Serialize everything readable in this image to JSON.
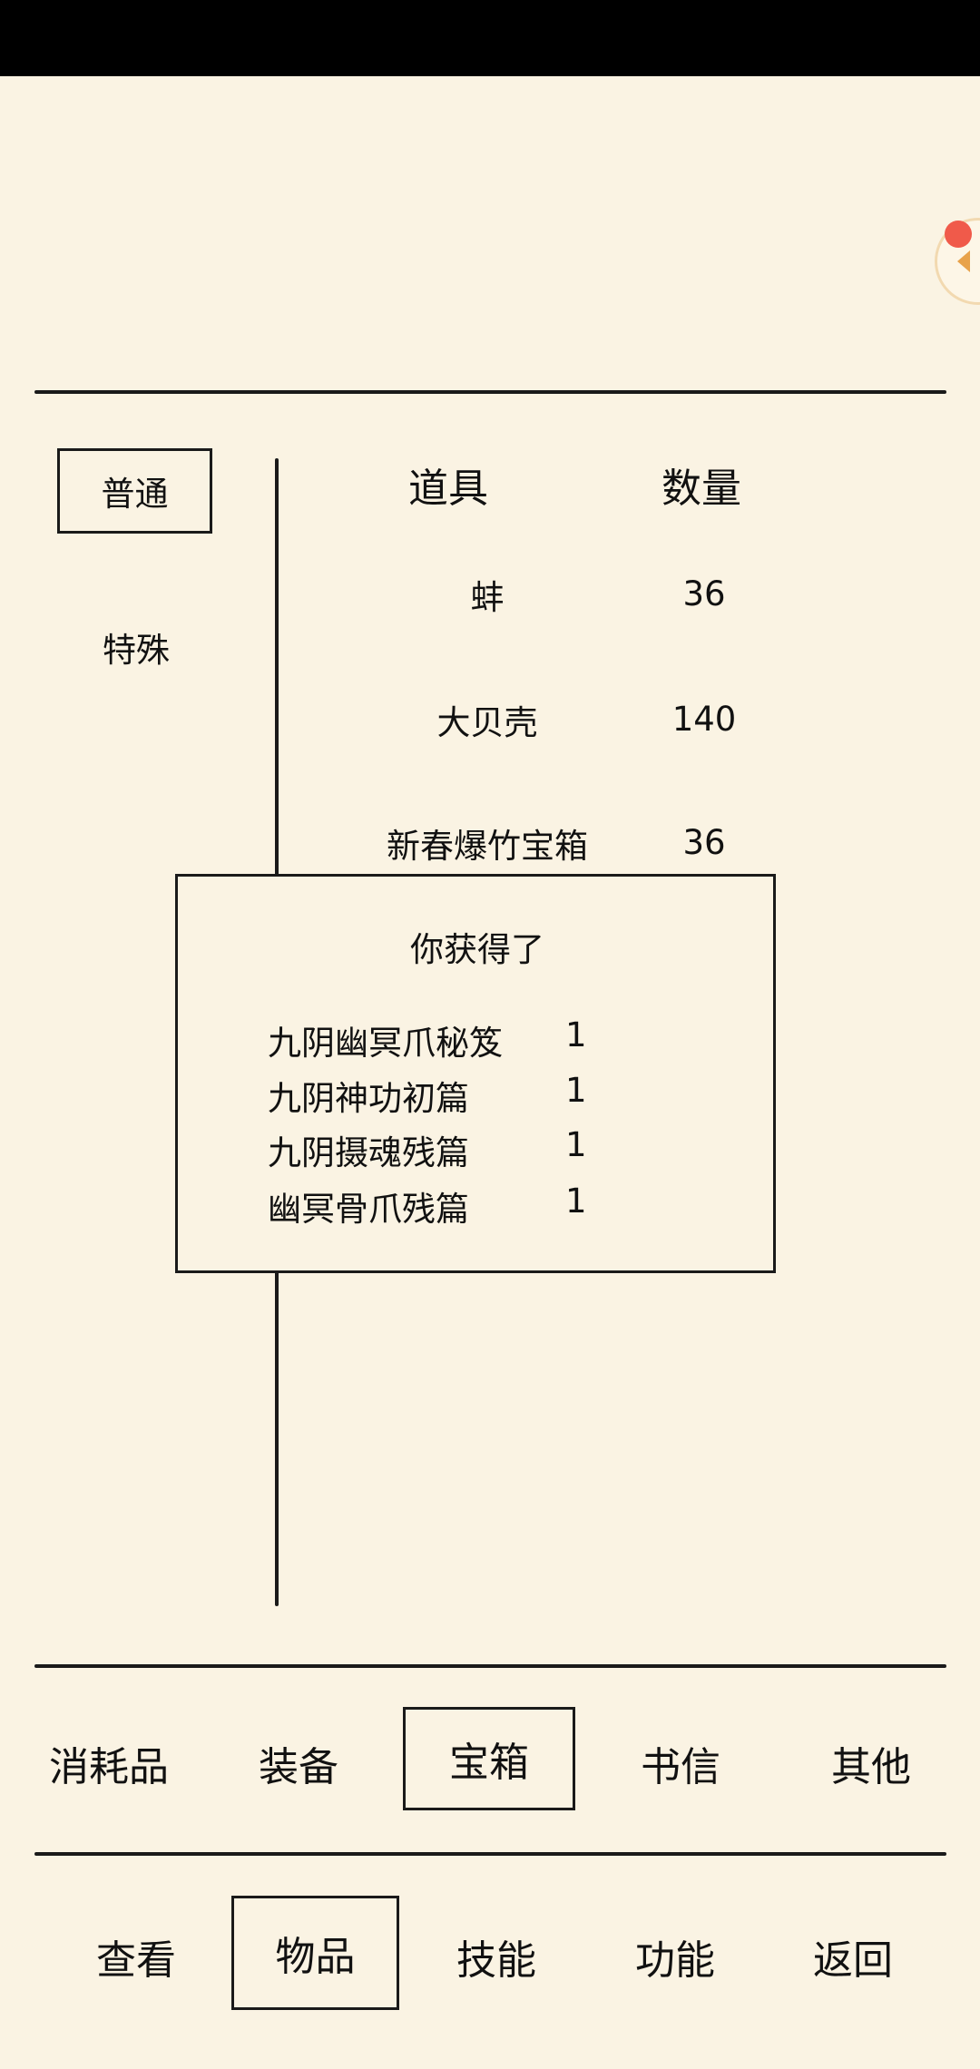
{
  "sub_tabs": {
    "normal": "普通",
    "special": "特殊"
  },
  "table": {
    "header_item": "道具",
    "header_qty": "数量",
    "rows": [
      {
        "name": "蚌",
        "qty": "36"
      },
      {
        "name": "大贝壳",
        "qty": "140"
      },
      {
        "name": "新春爆竹宝箱",
        "qty": "36"
      }
    ]
  },
  "dialog": {
    "title": "你获得了",
    "items": [
      {
        "name": "九阴幽冥爪秘笈",
        "qty": "1"
      },
      {
        "name": "九阴神功初篇",
        "qty": "1"
      },
      {
        "name": "九阴摄魂残篇",
        "qty": "1"
      },
      {
        "name": "幽冥骨爪残篇",
        "qty": "1"
      }
    ]
  },
  "category_tabs": [
    "消耗品",
    "装备",
    "宝箱",
    "书信",
    "其他"
  ],
  "bottom_nav": [
    "查看",
    "物品",
    "技能",
    "功能",
    "返回"
  ],
  "selected": {
    "sub_tab": "普通",
    "category": "宝箱",
    "nav": "物品"
  },
  "icons": {
    "floating_button": "chevron-left-icon",
    "notification": "red-dot-icon"
  },
  "colors": {
    "background": "#faf3e3",
    "ink": "#1a1a1a",
    "accent": "#e8a24a",
    "notification": "#f05a4a"
  }
}
